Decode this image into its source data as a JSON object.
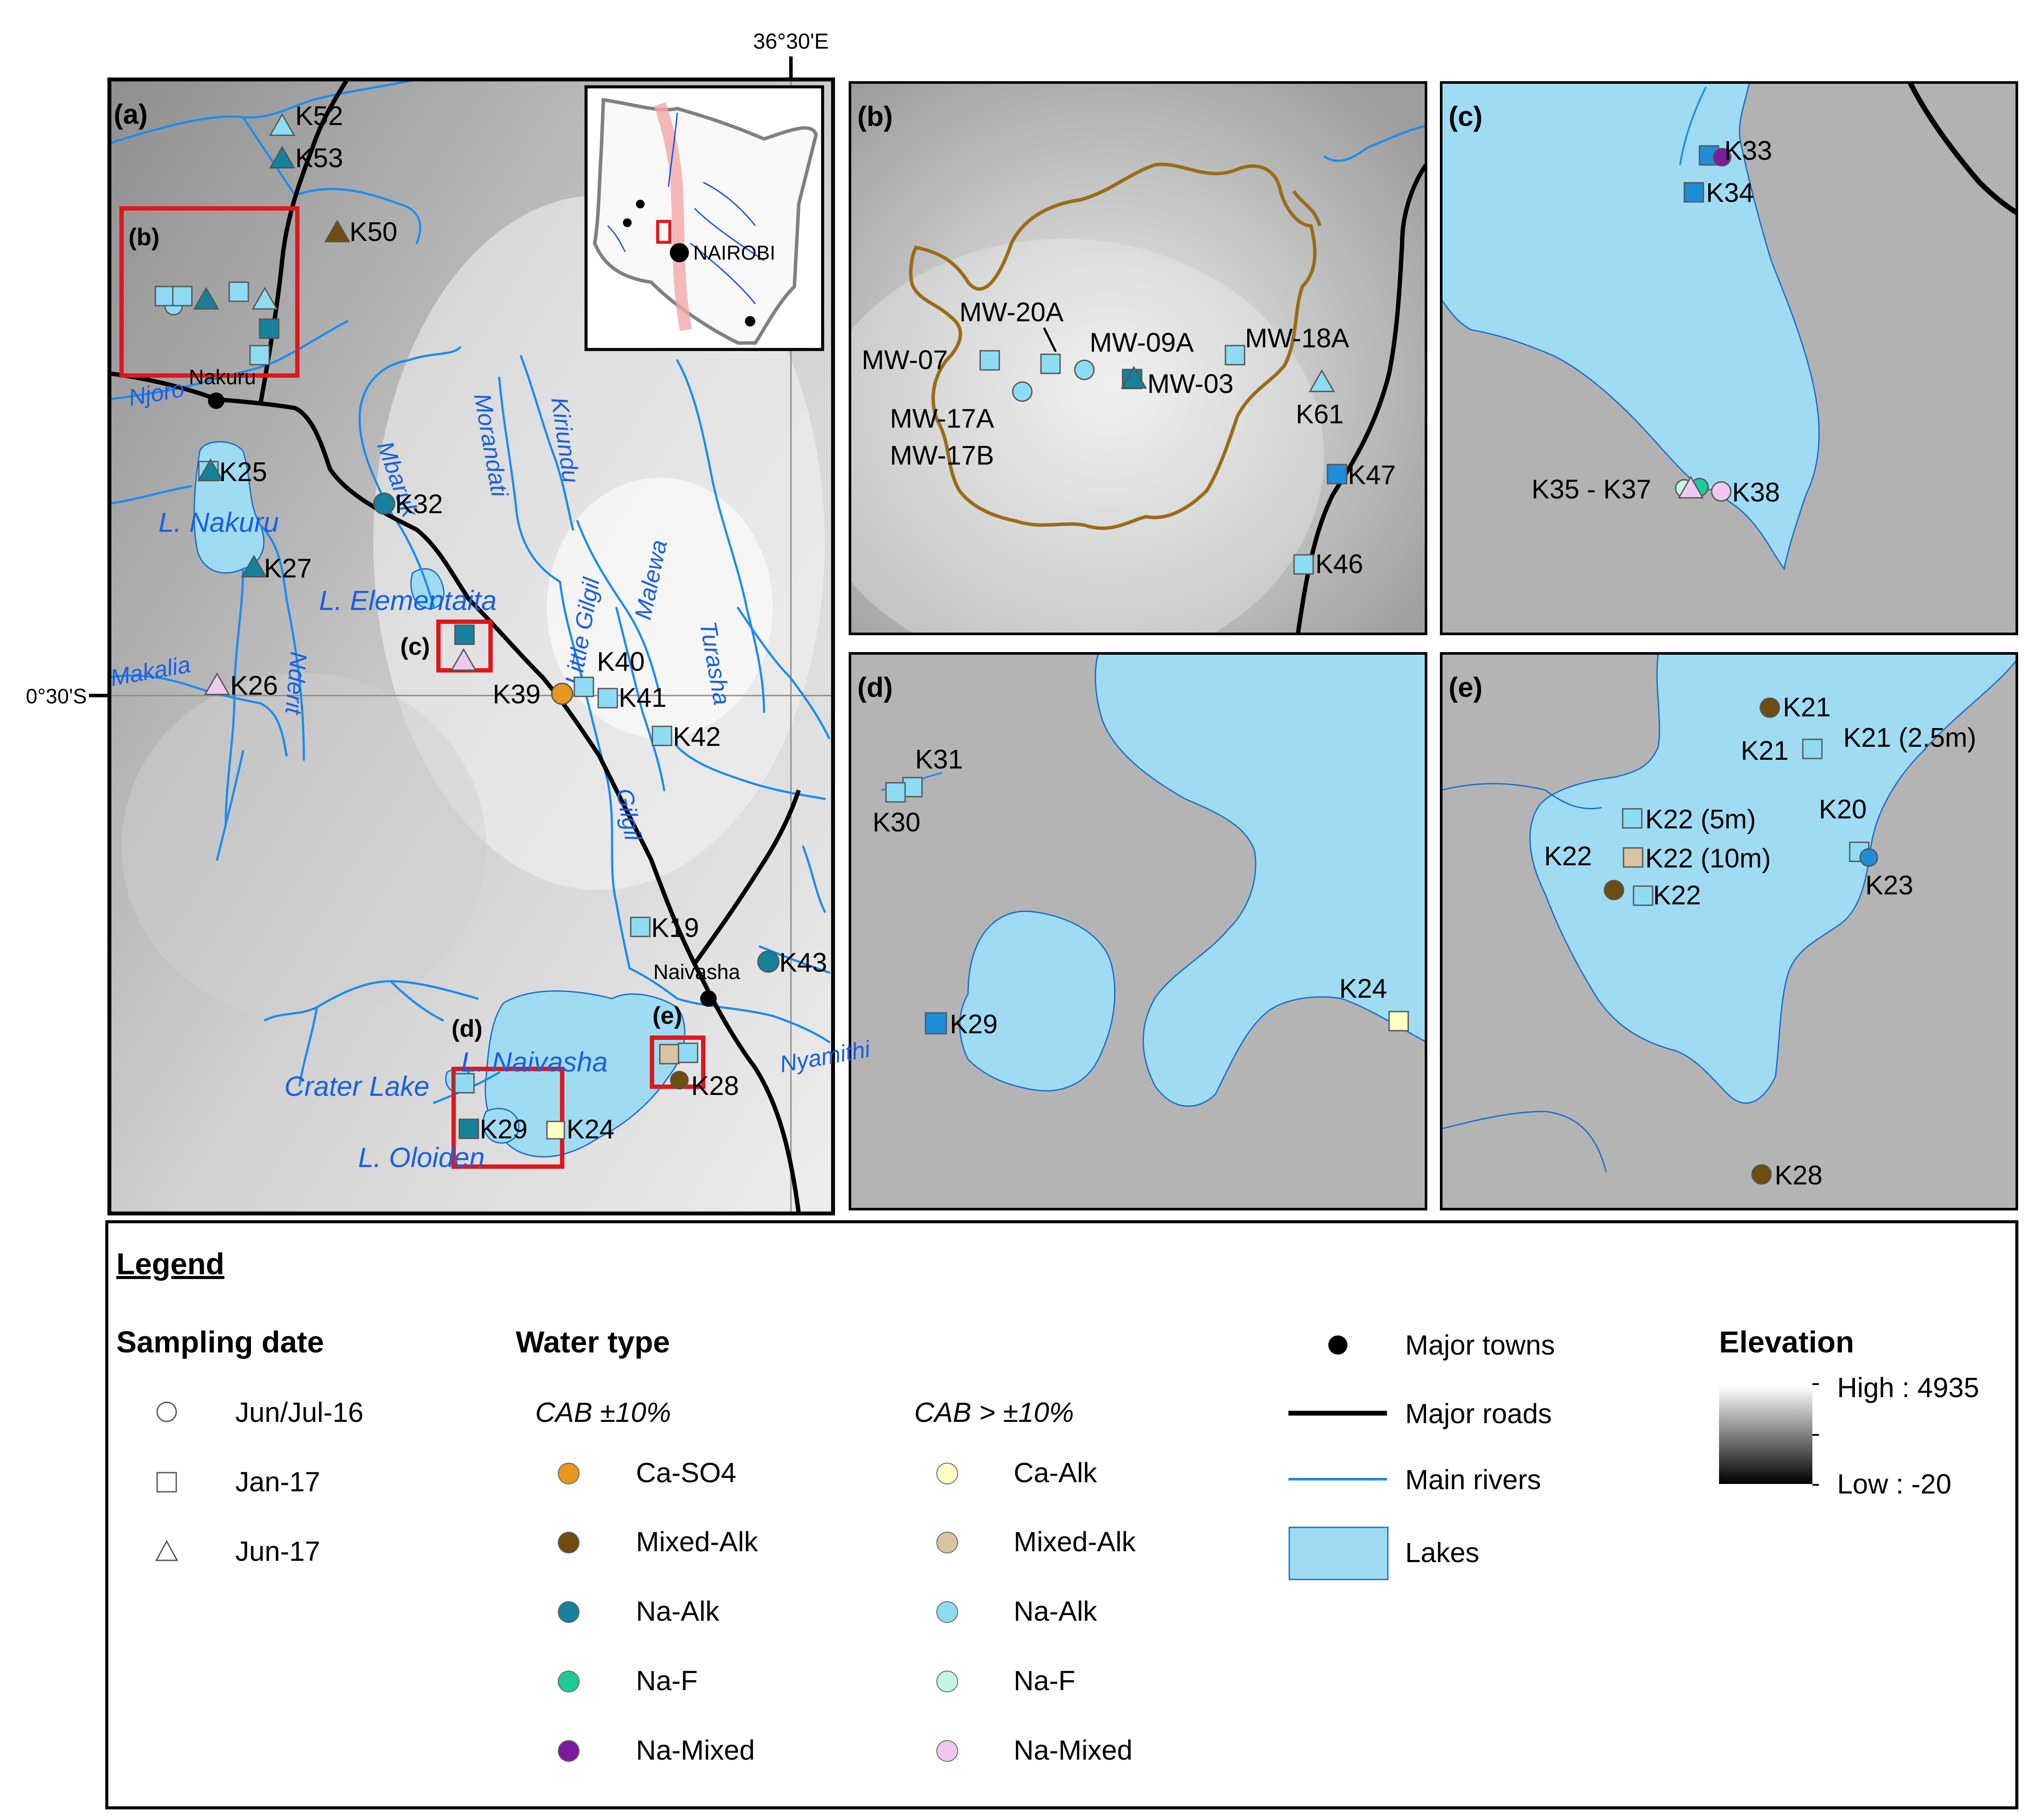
{
  "coords": {
    "lon_label": "36°30'E",
    "lat_label": "0°30'S"
  },
  "panels": {
    "a": {
      "label": "(a)"
    },
    "b": {
      "label": "(b)"
    },
    "c": {
      "label": "(c)"
    },
    "d": {
      "label": "(d)"
    },
    "e": {
      "label": "(e)"
    }
  },
  "inset": {
    "town": "NAIROBI"
  },
  "water_colors": {
    "ca_so4": "#E8961E",
    "mixed_alk": "#6E4C12",
    "na_alk": "#17809A",
    "na_f": "#1EC997",
    "na_mixed": "#7D1BA0",
    "ca_alk_light": "#FFFCC4",
    "mixed_alk_light": "#D6C4A2",
    "na_alk_light": "#8EDBF4",
    "na_f_light": "#C4F4E2",
    "na_mixed_light": "#EFC8F0",
    "na_blue": "#1E8EDB",
    "lake": "#9FDCF3",
    "river": "#1A8CF0",
    "frame_red": "#E0161C"
  },
  "map_a": {
    "towns": [
      "Nakuru",
      "Naivasha"
    ],
    "lakes": [
      "L. Nakuru",
      "L. Elementaita",
      "L. Naivasha",
      "Crater Lake",
      "L. Oloiden"
    ],
    "rivers": [
      "Njoro",
      "Mbaruk",
      "Morandati",
      "Kiriundu",
      "Little Gilgil",
      "Malewa",
      "Turasha",
      "Gilgil",
      "Makalia",
      "Nderit",
      "Nyamithi"
    ],
    "samples": [
      "K52",
      "K53",
      "K50",
      "K25",
      "K32",
      "K27",
      "K26",
      "K39",
      "K40",
      "K41",
      "K42",
      "K19",
      "K43",
      "K28",
      "K29",
      "K24"
    ]
  },
  "map_b": {
    "samples": [
      "MW-20A",
      "MW-07",
      "MW-09A",
      "MW-18A",
      "MW-03",
      "MW-17A",
      "MW-17B",
      "K61",
      "K47",
      "K46"
    ]
  },
  "map_c": {
    "samples": [
      "K33",
      "K34",
      "K35 - K37",
      "K38"
    ]
  },
  "map_d": {
    "samples": [
      "K31",
      "K30",
      "K29",
      "K24"
    ]
  },
  "map_e": {
    "samples": [
      "K21",
      "K21",
      "K21 (2.5m)",
      "K22 (5m)",
      "K20",
      "K22",
      "K22 (10m)",
      "K23",
      "K22",
      "K28"
    ]
  },
  "legend": {
    "title": "Legend",
    "sampling_title": "Sampling date",
    "sampling": [
      "Jun/Jul-16",
      "Jan-17",
      "Jun-17"
    ],
    "water_title": "Water type",
    "cab_in": "CAB ±10%",
    "cab_out": "CAB > ±10%",
    "types_in": [
      "Ca-SO4",
      "Mixed-Alk",
      "Na-Alk",
      "Na-F",
      "Na-Mixed"
    ],
    "types_out": [
      "Ca-Alk",
      "Mixed-Alk",
      "Na-Alk",
      "Na-F",
      "Na-Mixed"
    ],
    "features": [
      "Major towns",
      "Major roads",
      "Main rivers",
      "Lakes"
    ],
    "elevation_title": "Elevation",
    "elev_high": "High : 4935",
    "elev_low": "Low : -20"
  }
}
